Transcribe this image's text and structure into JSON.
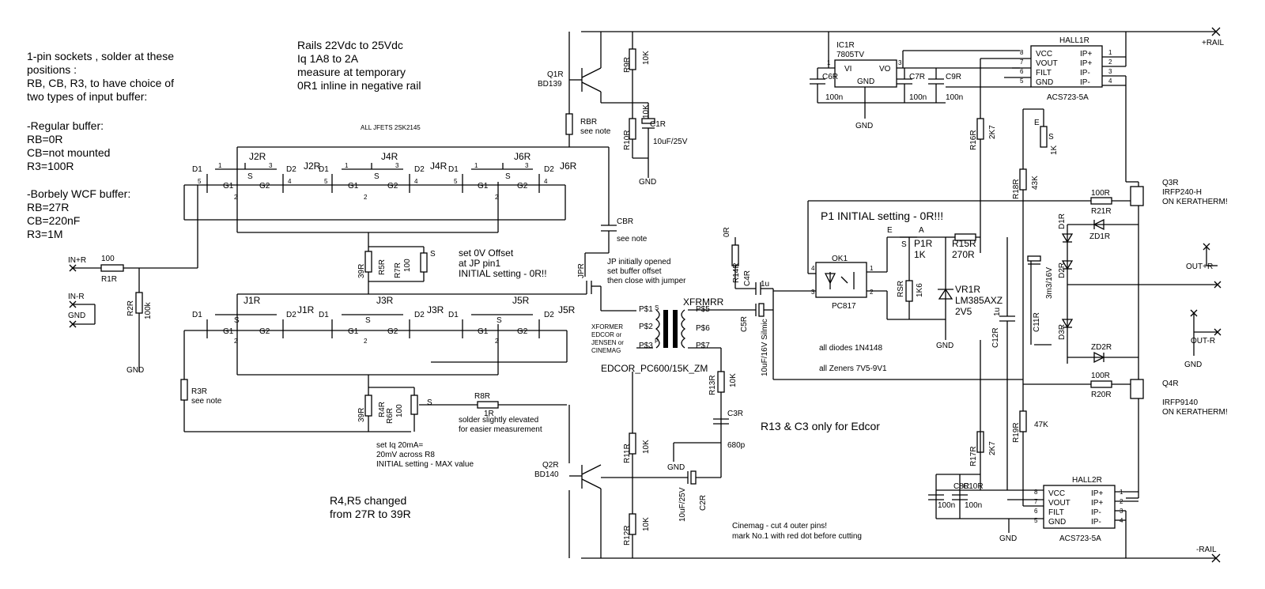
{
  "notes": {
    "sockets": [
      "1-pin sockets , solder at these",
      "positions :",
      "RB, CB, R3, to have choice of",
      "two types of input buffer:",
      "",
      "-Regular buffer:",
      "RB=0R",
      "CB=not mounted",
      "R3=100R",
      "",
      "-Borbely WCF buffer:",
      "RB=27R",
      "CB=220nF",
      "R3=1M"
    ],
    "rails": [
      "Rails 22Vdc to 25Vdc",
      "Iq 1A8 to 2A",
      "measure at temporary",
      "0R1 inline in negative rail"
    ],
    "jfets": "ALL JFETS 2SK2145",
    "offset": [
      "set 0V Offset",
      "at JP pin1",
      "INITIAL setting - 0R!!"
    ],
    "jp": [
      "JP initially opened",
      "set buffer offset",
      "then close with jumper"
    ],
    "iq": [
      "set Iq 20mA=",
      "20mV across R8",
      "INITIAL setting - MAX value"
    ],
    "solder": [
      "solder slightly elevated",
      "for easier measurement"
    ],
    "r45": [
      "R4,R5 changed",
      "from 27R to 39R"
    ],
    "p1": "P1 INITIAL setting - 0R!!!",
    "diodes": "all diodes 1N4148",
    "zeners": "all Zeners 7V5-9V1",
    "r13c3": "R13 & C3 only for Edcor",
    "cinemag": [
      "Cinemag - cut 4 outer pins!",
      "mark No.1 with red dot before cutting"
    ],
    "xformer_note": [
      "XFORMER",
      "EDCOR or",
      "JENSEN or",
      "CINEMAG"
    ]
  },
  "rails": {
    "pos": "+RAIL",
    "neg": "-RAIL"
  },
  "io": {
    "in": "IN+R",
    "in_neg": "IN-R",
    "gnd": "GND",
    "out": "OUT+R",
    "out_neg": "OUT-R"
  },
  "parts": {
    "R1R": {
      "ref": "R1R",
      "val": "100"
    },
    "R2R": {
      "ref": "R2R",
      "val": "100k"
    },
    "R3R": {
      "ref": "R3R",
      "val": "see note"
    },
    "R4R": {
      "ref": "R4R",
      "val": "39R"
    },
    "R5R": {
      "ref": "R5R",
      "val": "39R"
    },
    "R6R": {
      "ref": "R6R",
      "val": "100"
    },
    "R7R": {
      "ref": "R7R",
      "val": "100"
    },
    "R8R": {
      "ref": "R8R",
      "val": "1R"
    },
    "R9R": {
      "ref": "R9R",
      "val": "10K"
    },
    "R10R": {
      "ref": "R10R",
      "val": "10K"
    },
    "R11R": {
      "ref": "R11R",
      "val": "10K"
    },
    "R12R": {
      "ref": "R12R",
      "val": "10K"
    },
    "R13R": {
      "ref": "R13R",
      "val": "10K"
    },
    "R14R": {
      "ref": "R14R",
      "val": "0R"
    },
    "R15R": {
      "ref": "R15R",
      "val": "270R"
    },
    "R16R": {
      "ref": "R16R",
      "val": "2K7"
    },
    "R17R": {
      "ref": "R17R",
      "val": "2K7"
    },
    "R18R": {
      "ref": "R18R",
      "val": "43K"
    },
    "R19R": {
      "ref": "R19R",
      "val": "47K"
    },
    "R20R": {
      "ref": "R20R",
      "val": "100R"
    },
    "R21R": {
      "ref": "R21R",
      "val": "100R"
    },
    "RSR": {
      "ref": "RSR",
      "val": "1K6"
    },
    "RBR": {
      "ref": "RBR",
      "val": "see note"
    },
    "CBR": {
      "ref": "CBR",
      "val": "see note"
    },
    "C1R": {
      "ref": "C1R",
      "val": "10uF/25V"
    },
    "C2R": {
      "ref": "C2R",
      "val": "10uF/25V"
    },
    "C3R": {
      "ref": "C3R",
      "val": "680p"
    },
    "C4R": {
      "ref": "C4R",
      "val": "1u"
    },
    "C5R": {
      "ref": "C5R",
      "val": "10uF/16V Silmic"
    },
    "C6R": {
      "ref": "C6R",
      "val": "100n"
    },
    "C7R": {
      "ref": "C7R",
      "val": "100n"
    },
    "C8R": {
      "ref": "C8R",
      "val": "100n"
    },
    "C9R": {
      "ref": "C9R",
      "val": "100n"
    },
    "C10R": {
      "ref": "C10R",
      "val": "100n"
    },
    "C11R": {
      "ref": "C11R",
      "val": "3m3/16V"
    },
    "C12R": {
      "ref": "C12R",
      "val": "1u"
    },
    "Q1R": {
      "ref": "Q1R",
      "val": "BD139"
    },
    "Q2R": {
      "ref": "Q2R",
      "val": "BD140"
    },
    "Q3R": {
      "ref": "Q3R",
      "val": "IRFP240-H",
      "note": "ON KERATHERM!"
    },
    "Q4R": {
      "ref": "Q4R",
      "val": "IRFP9140",
      "note": "ON KERATHERM!"
    },
    "IC1R": {
      "ref": "IC1R",
      "val": "7805TV"
    },
    "HALL1R": {
      "ref": "HALL1R",
      "val": "ACS723-5A"
    },
    "HALL2R": {
      "ref": "HALL2R",
      "val": "ACS723-5A"
    },
    "OK1": {
      "ref": "OK1",
      "val": "PC817"
    },
    "VR1R": {
      "ref": "VR1R",
      "val": "LM385AXZ",
      "v": "2V5"
    },
    "P1R": {
      "ref": "P1R",
      "val": "1K"
    },
    "XFRMRR": {
      "ref": "XFRMRR",
      "val": "EDCOR_PC600/15K_ZM"
    },
    "JPR": {
      "ref": "JPR"
    },
    "ZD1R": {
      "ref": "ZD1R"
    },
    "ZD2R": {
      "ref": "ZD2R"
    },
    "D1R": {
      "ref": "D1R"
    },
    "D2R": {
      "ref": "D2R"
    },
    "D3R": {
      "ref": "D3R"
    }
  },
  "jfets_top": [
    "J2R",
    "J4R",
    "J6R"
  ],
  "jfets_bot": [
    "J1R",
    "J3R",
    "J5R"
  ],
  "jfet_pins": {
    "d1": "D1",
    "d2": "D2",
    "g1": "G1",
    "g2": "G2",
    "s": "S",
    "n1": "1",
    "n2": "2",
    "n3": "3",
    "n4": "4",
    "n5": "5"
  },
  "pot_pins": {
    "a": "A",
    "e": "E",
    "s": "S"
  },
  "ic_pins": {
    "vi": "VI",
    "vo": "VO",
    "gnd": "GND",
    "p1": "1",
    "p3": "3"
  },
  "hall_pins": {
    "left": [
      "VCC",
      "VOUT",
      "FILT",
      "GND"
    ],
    "right": [
      "IP+",
      "IP+",
      "IP-",
      "IP-"
    ],
    "nl": [
      "8",
      "7",
      "6",
      "5"
    ],
    "nr": [
      "1",
      "2",
      "3",
      "4"
    ]
  },
  "ok_pins": [
    "4",
    "1",
    "3",
    "2"
  ],
  "xf_pins": [
    "P$1",
    "P$2",
    "P$3",
    "P$5",
    "P$6",
    "P$7"
  ],
  "xf_marks": {
    "s": "S",
    "p": "P"
  },
  "gnd_label": "GND"
}
